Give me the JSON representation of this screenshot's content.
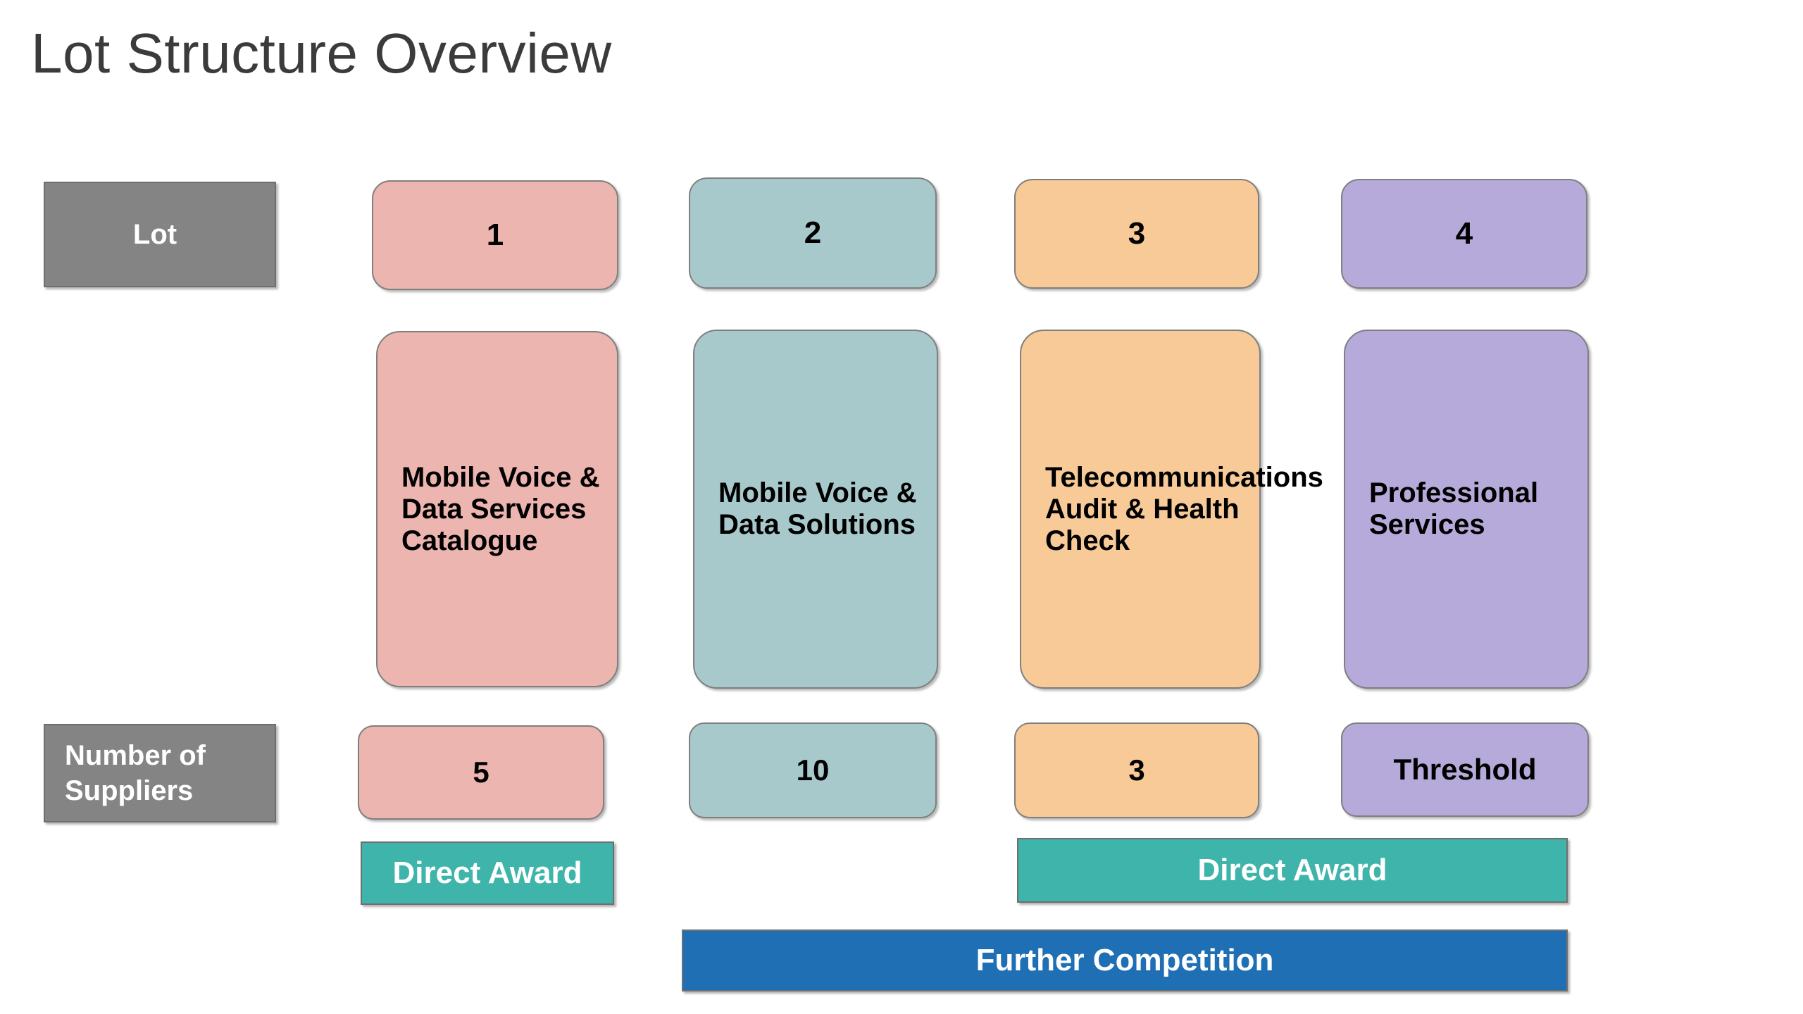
{
  "slide": {
    "title": "Lot Structure Overview",
    "background_color": "#ffffff",
    "title_color": "#3b3b3b"
  },
  "row_labels": {
    "lot_label": "Lot",
    "suppliers_label": "Number of Suppliers",
    "label_bg_color": "#848484",
    "label_text_color": "#ffffff"
  },
  "lots": [
    {
      "number": "1",
      "description": "Mobile Voice & Data Services Catalogue",
      "supplier_count": "5",
      "color": "#edb5b0"
    },
    {
      "number": "2",
      "description": "Mobile Voice & Data Solutions",
      "supplier_count": "10",
      "color": "#a8c9cb"
    },
    {
      "number": "3",
      "description": "Telecommunications Audit & Health Check",
      "supplier_count": "3",
      "color": "#f7ca98"
    },
    {
      "number": "4",
      "description": "Professional Services",
      "supplier_count": "Threshold",
      "color": "#b6aada"
    }
  ],
  "award_routes": [
    {
      "label": "Direct Award",
      "color": "#3eb4ab",
      "covers_lots": [
        "1"
      ]
    },
    {
      "label": "Direct Award",
      "color": "#3eb4ab",
      "covers_lots": [
        "3",
        "4"
      ]
    },
    {
      "label": "Further Competition",
      "color": "#1f6fb5",
      "covers_lots": [
        "2",
        "3",
        "4"
      ]
    }
  ]
}
